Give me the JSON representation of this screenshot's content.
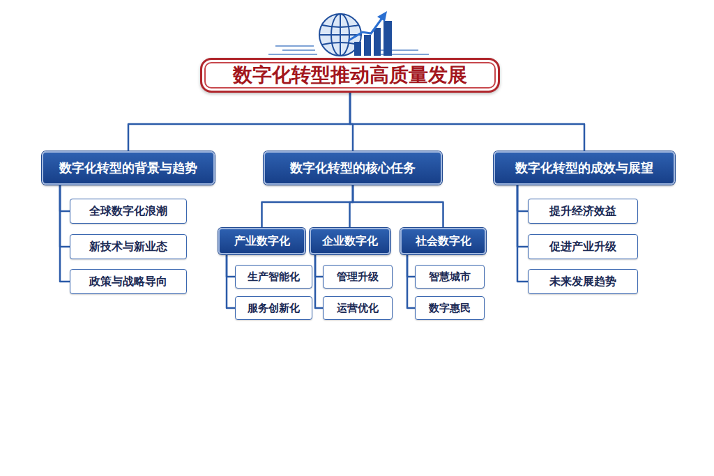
{
  "diagram": {
    "title": "数字化转型推动高质量发展",
    "nodes": [
      {
        "text": [
          "数字化转型推动高质量发展"
        ]
      },
      {
        "text": [
          "数字化转型的背景与趋势"
        ]
      },
      {
        "text": [
          "数字化转型的核心任务"
        ]
      },
      {
        "text": [
          "数字化转型的成效与展望"
        ]
      },
      {
        "text": [
          "全球数字化浪潮"
        ]
      },
      {
        "text": [
          "新技术与新业态"
        ]
      },
      {
        "text": [
          "政策与战略导向"
        ]
      },
      {
        "text": [
          "产业数字化"
        ]
      },
      {
        "text": [
          "企业数字化"
        ]
      },
      {
        "text": [
          "社会数字化"
        ]
      },
      {
        "text": [
          "生产智能化"
        ]
      },
      {
        "text": [
          "服务创新化"
        ]
      },
      {
        "text": [
          "管理升级"
        ]
      },
      {
        "text": [
          "运营优化"
        ]
      },
      {
        "text": [
          "智慧城市"
        ]
      },
      {
        "text": [
          "数字惠民"
        ]
      },
      {
        "text": [
          "提升经济效益"
        ]
      },
      {
        "text": [
          "促进产业升级"
        ]
      },
      {
        "text": [
          "未来发展趋势"
        ]
      }
    ],
    "edges": [
      {
        "from": 0,
        "to": 1,
        "arrow": "none"
      },
      {
        "from": 0,
        "to": 2,
        "arrow": "none"
      },
      {
        "from": 0,
        "to": 3,
        "arrow": "none"
      },
      {
        "from": 1,
        "to": 4,
        "arrow": "none"
      },
      {
        "from": 1,
        "to": 5,
        "arrow": "none"
      },
      {
        "from": 1,
        "to": 6,
        "arrow": "none"
      },
      {
        "from": 2,
        "to": 7,
        "arrow": "none"
      },
      {
        "from": 2,
        "to": 8,
        "arrow": "none"
      },
      {
        "from": 2,
        "to": 9,
        "arrow": "none"
      },
      {
        "from": 7,
        "to": 10,
        "arrow": "none"
      },
      {
        "from": 7,
        "to": 11,
        "arrow": "none"
      },
      {
        "from": 8,
        "to": 12,
        "arrow": "none"
      },
      {
        "from": 8,
        "to": 13,
        "arrow": "none"
      },
      {
        "from": 9,
        "to": 14,
        "arrow": "none"
      },
      {
        "from": 9,
        "to": 15,
        "arrow": "none"
      },
      {
        "from": 3,
        "to": 16,
        "arrow": "none"
      },
      {
        "from": 3,
        "to": 17,
        "arrow": "none"
      },
      {
        "from": 3,
        "to": 18,
        "arrow": "none"
      }
    ]
  }
}
